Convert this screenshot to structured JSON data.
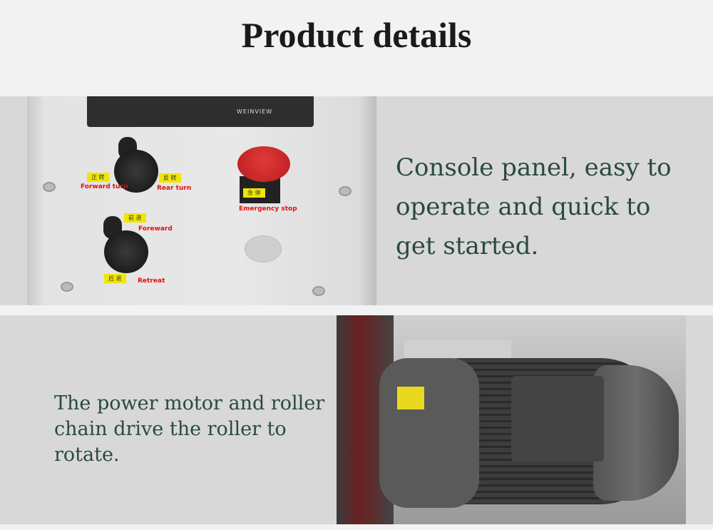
{
  "header": {
    "title": "Product details"
  },
  "section1": {
    "text": "Console panel, easy to operate and quick to get started.",
    "photo": {
      "brand": "WEINVIEW",
      "tags": {
        "forward_turn": "正 转",
        "rear_turn": "反 转",
        "foreward": "前 进",
        "retreat": "后 退",
        "estop": "急 停"
      },
      "labels": {
        "forward_turn": "Forward turn",
        "rear_turn": "Rear turn",
        "foreward": "Foreward",
        "retreat": "Retreat",
        "emergency_stop": "Emergency stop"
      },
      "colors": {
        "estop": "#c62828",
        "label": "#e01010",
        "tag": "#f0e600"
      }
    }
  },
  "section2": {
    "text": "The power motor and roller chain drive the roller to rotate."
  },
  "colors": {
    "text": "#2a4a40",
    "band": "#d8d8d8",
    "background": "#f2f2f2"
  }
}
